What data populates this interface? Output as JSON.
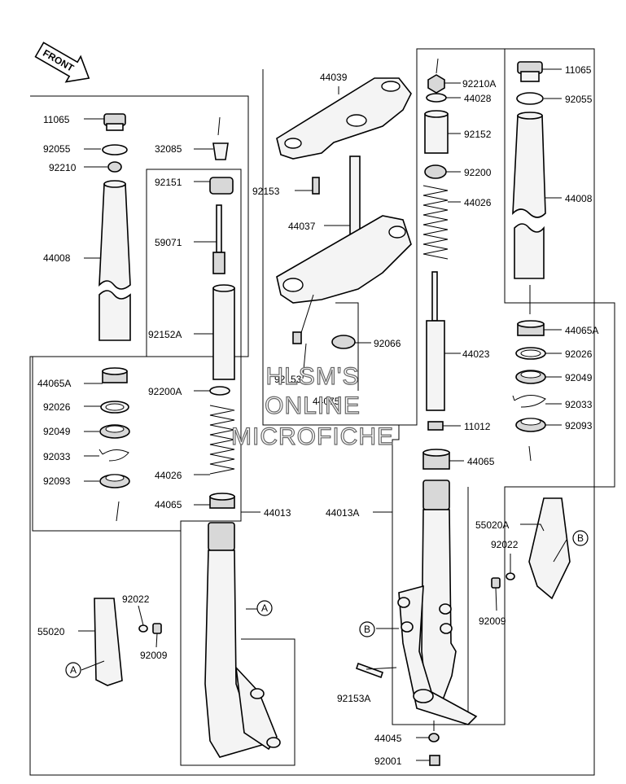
{
  "front_arrow": "FRONT",
  "watermark": {
    "line1": "HLSM'S",
    "line2": "ONLINE",
    "line3": "MICROFICHE"
  },
  "callouts": {
    "a": "A",
    "b": "B"
  },
  "labels": {
    "l11065_left": "11065",
    "l92055_left": "92055",
    "l92210": "92210",
    "l44008_left": "44008",
    "l44065A_left": "44065A",
    "l92026_left": "92026",
    "l92049_left": "92049",
    "l92033_left": "92033",
    "l92093_left": "92093",
    "l32085": "32085",
    "l92151": "92151",
    "l59071": "59071",
    "l92152A": "92152A",
    "l92200A": "92200A",
    "l44026_left": "44026",
    "l44065_left": "44065",
    "l44013": "44013",
    "l55020": "55020",
    "l92022_left": "92022",
    "l92009_left": "92009",
    "l44039": "44039",
    "l92153": "92153",
    "l44037": "44037",
    "l92066": "92066",
    "l92153_mid": "92153",
    "l44075": "44075",
    "l44013A": "44013A",
    "l92210A": "92210A",
    "l44028": "44028",
    "l92152": "92152",
    "l92200": "92200",
    "l44026_right": "44026",
    "l44023": "44023",
    "l11012": "11012",
    "l44065_right": "44065",
    "l11065_right": "11065",
    "l92055_right": "92055",
    "l44008_right": "44008",
    "l44065A_right": "44065A",
    "l92026_right": "92026",
    "l92049_right": "92049",
    "l92033_right": "92033",
    "l92093_right": "92093",
    "l55020A": "55020A",
    "l92022_right": "92022",
    "l92009_right": "92009",
    "l92153A": "92153A",
    "l44045": "44045",
    "l92001": "92001"
  }
}
